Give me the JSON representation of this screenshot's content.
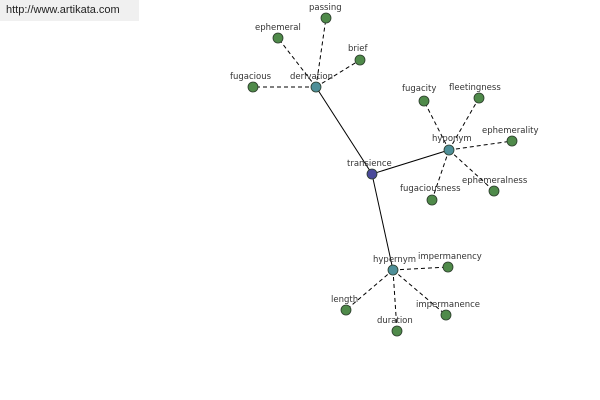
{
  "url": "http://www.artikata.com",
  "colors": {
    "root": "#4a4a9a",
    "hub": "#4e8f98",
    "leaf": "#4f8a4a",
    "node_stroke": "#2a3a2a",
    "edge": "#000000"
  },
  "graph": {
    "root": "transience",
    "hubs": [
      {
        "id": "derivation",
        "label": "derivation",
        "leaves": [
          "passing",
          "ephemeral",
          "brief",
          "fugacious"
        ]
      },
      {
        "id": "hyponym",
        "label": "hyponym",
        "leaves": [
          "fugacity",
          "fleetingness",
          "ephemerality",
          "fugaciousness",
          "ephemeralness"
        ]
      },
      {
        "id": "hypernym",
        "label": "hypernym",
        "leaves": [
          "impermanency",
          "length",
          "impermanence",
          "duration"
        ]
      }
    ]
  }
}
